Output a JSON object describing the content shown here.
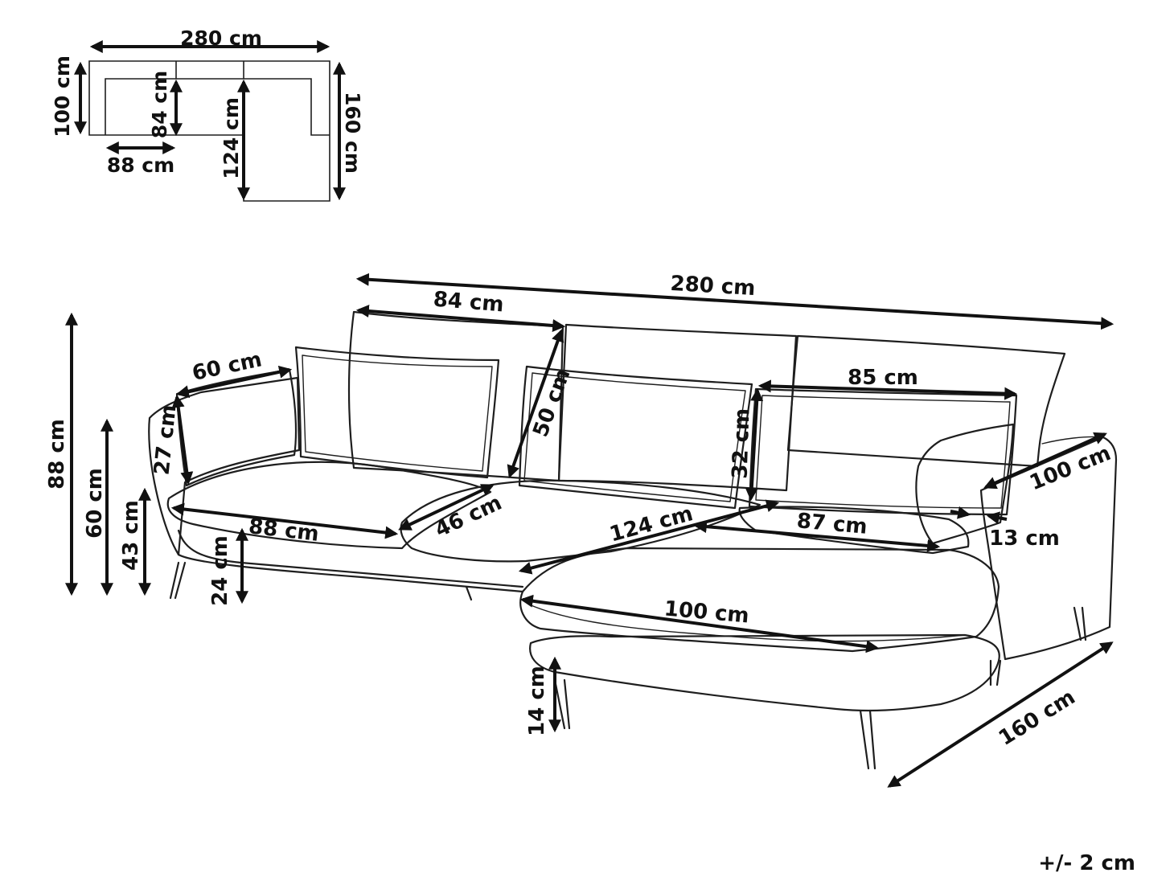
{
  "plan_view": {
    "total_width": "280 cm",
    "sofa_depth": "100 cm",
    "seat_depth": "84 cm",
    "seat_width": "88 cm",
    "chaise_seat_length": "124 cm",
    "chaise_length": "160 cm"
  },
  "perspective_view": {
    "total_width": "280 cm",
    "back_cushion_width": "84 cm",
    "back_cushion_height": "50 cm",
    "pillow_width": "60 cm",
    "pillow_height": "27 cm",
    "total_height": "88 cm",
    "armrest_height": "60 cm",
    "seat_height": "43 cm",
    "leg_height": "24 cm",
    "seat_width": "88 cm",
    "seat_cushion_depth": "46 cm",
    "chaise_seat_length": "124 cm",
    "chaise_inner_width": "87 cm",
    "armrest_width": "13 cm",
    "side_depth": "100 cm",
    "large_pillow_width": "85 cm",
    "large_pillow_height": "32 cm",
    "chaise_width": "100 cm",
    "chaise_leg_height": "14 cm",
    "chaise_length": "160 cm"
  },
  "tolerance": "+/- 2 cm"
}
